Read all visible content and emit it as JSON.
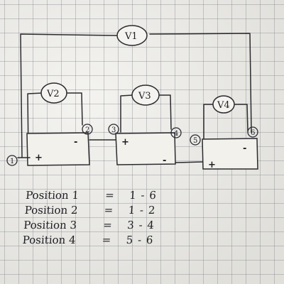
{
  "voltmeters": [
    {
      "label": "V1"
    },
    {
      "label": "V2"
    },
    {
      "label": "V3"
    },
    {
      "label": "V4"
    }
  ],
  "nodes": [
    "1",
    "2",
    "3",
    "4",
    "5",
    "6"
  ],
  "polarity": {
    "plus": "+",
    "minus": "-"
  },
  "table": {
    "rows": [
      {
        "position": "Position 1",
        "eq": "=",
        "value": "1 - 6"
      },
      {
        "position": "Position 2",
        "eq": "=",
        "value": "1 - 2"
      },
      {
        "position": "Position 3",
        "eq": "=",
        "value": "3 - 4"
      },
      {
        "position": "Position 4",
        "eq": "=",
        "value": "5 - 6"
      }
    ]
  },
  "colors": {
    "ink": "#2b2b30",
    "paper": "#eeede8",
    "grid": "#8c8c96"
  }
}
